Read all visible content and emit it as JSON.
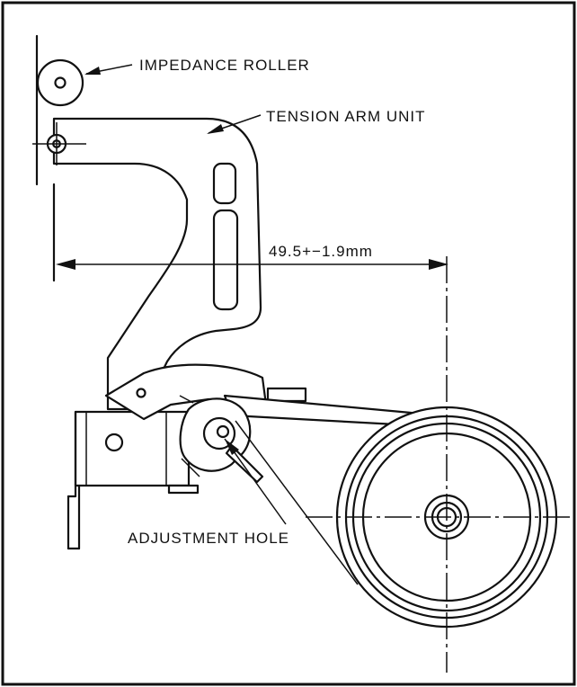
{
  "labels": {
    "impedance_roller": "IMPEDANCE ROLLER",
    "tension_arm_unit": "TENSION ARM UNIT",
    "dimension": "49.5+−1.9mm",
    "adjustment_hole": "ADJUSTMENT HOLE"
  },
  "colors": {
    "ink": "#111111",
    "paper": "#ffffff"
  }
}
